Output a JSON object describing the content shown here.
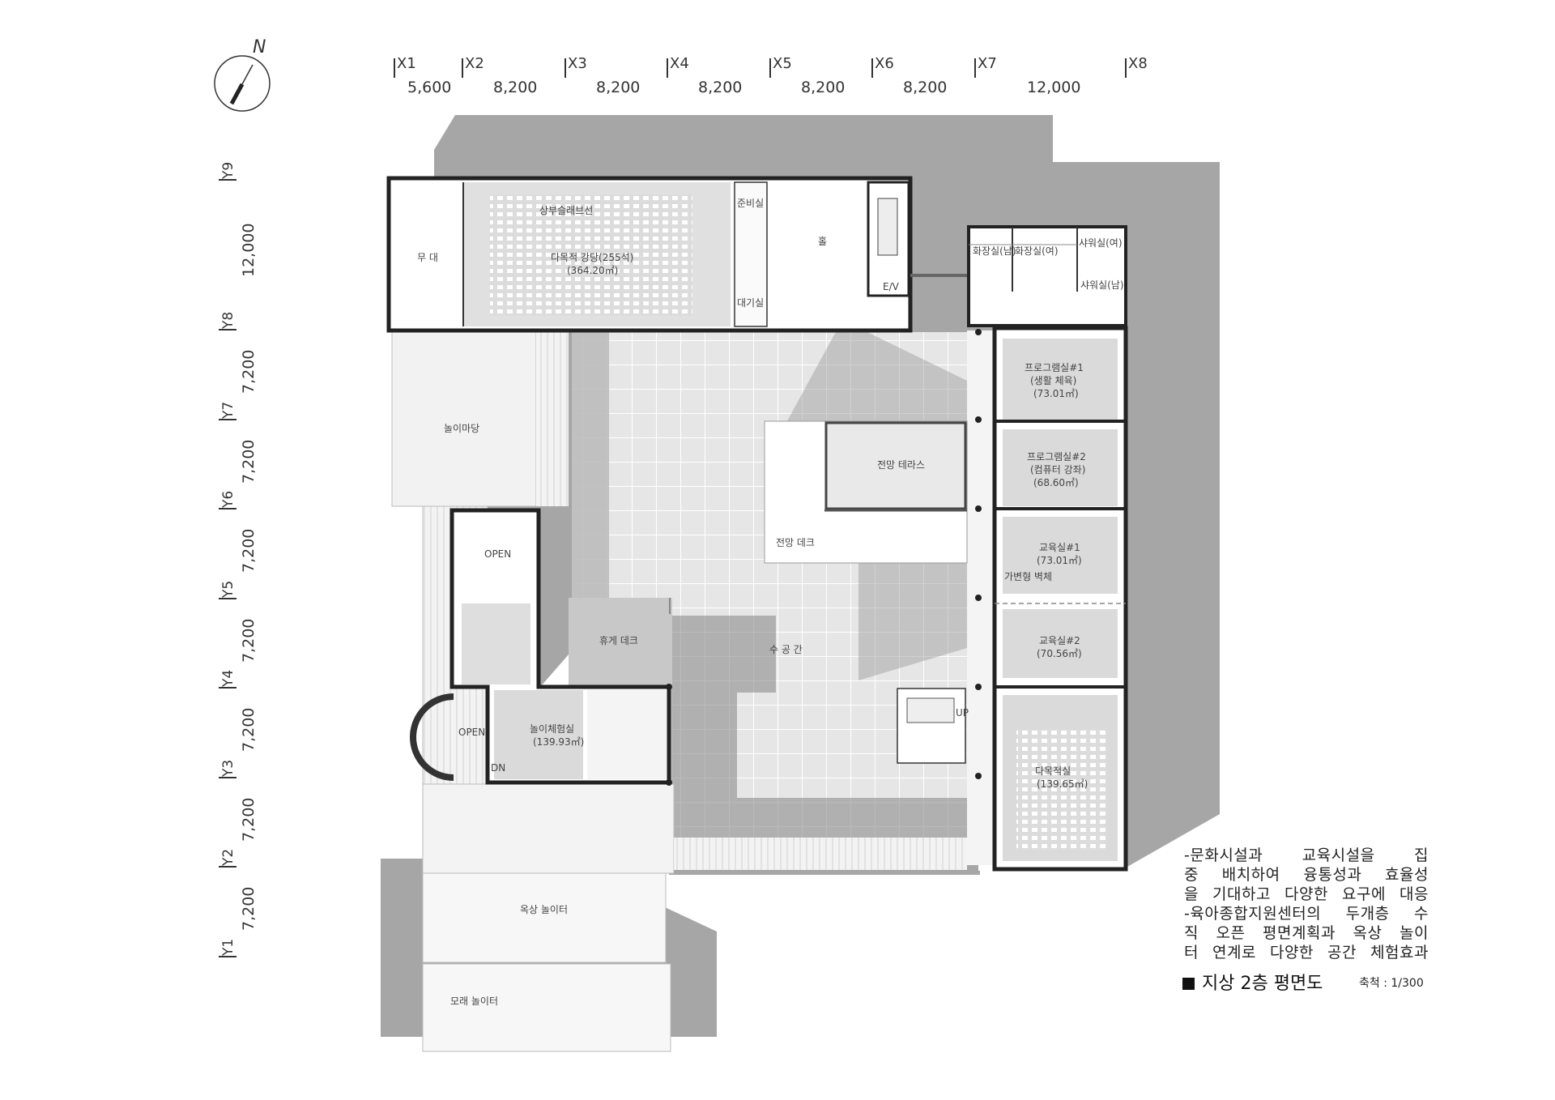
{
  "north": {
    "label": "N"
  },
  "grid_x": [
    {
      "id": "X1",
      "dim": "5,600"
    },
    {
      "id": "X2",
      "dim": "8,200"
    },
    {
      "id": "X3",
      "dim": "8,200"
    },
    {
      "id": "X4",
      "dim": "8,200"
    },
    {
      "id": "X5",
      "dim": "8,200"
    },
    {
      "id": "X6",
      "dim": "8,200"
    },
    {
      "id": "X7",
      "dim": "12,000"
    },
    {
      "id": "X8",
      "dim": ""
    }
  ],
  "grid_y": [
    {
      "id": "Y9",
      "dim": "12,000"
    },
    {
      "id": "Y8",
      "dim": "7,200"
    },
    {
      "id": "Y7",
      "dim": "7,200"
    },
    {
      "id": "Y6",
      "dim": "7,200"
    },
    {
      "id": "Y5",
      "dim": "7,200"
    },
    {
      "id": "Y4",
      "dim": "7,200"
    },
    {
      "id": "Y3",
      "dim": "7,200"
    },
    {
      "id": "Y2",
      "dim": "7,200"
    },
    {
      "id": "Y1",
      "dim": ""
    }
  ],
  "rooms": {
    "stage": "무 대",
    "motorized_seats": "상부슬래브선",
    "auditorium_name": "다목적 강당(255석)",
    "auditorium_area": "(364.20㎡)",
    "prep_room": "준비실",
    "waiting_room": "대기실",
    "hall": "홀",
    "ev": "E/V",
    "wc_male": "화장실(남)",
    "wc_female": "화장실(여)",
    "shower_female": "샤워실(여)",
    "shower_male": "샤워실(남)",
    "play_yard": "놀이마당",
    "program1_name": "프로그램실#1",
    "program1_use": "(생활 체육)",
    "program1_area": "(73.01㎡)",
    "program2_name": "프로그램실#2",
    "program2_use": "(컴퓨터 강좌)",
    "program2_area": "(68.60㎡)",
    "view_terrace": "전망 테라스",
    "view_deck": "전망 데크",
    "open_label": "OPEN",
    "classroom1_name": "교육실#1",
    "classroom1_area": "(73.01㎡)",
    "movable_wall": "가변형 벽체",
    "classroom2_name": "교육실#2",
    "classroom2_area": "(70.56㎡)",
    "rest_deck": "휴게 데크",
    "water_space": "수 공 간",
    "play_room_name": "놀이체험실",
    "play_room_area": "(139.93㎡)",
    "dn_label": "DN",
    "up_label": "UP",
    "multi_room_name": "다목적실",
    "multi_room_area": "(139.65㎡)",
    "rooftop_play": "옥상 놀이터",
    "sand_play": "모래 놀이터"
  },
  "description": [
    "-문화시설과 교육시설을 집",
    "중 배치하여 융통성과 효율성",
    "을 기대하고 다양한 요구에 대응",
    "-육아종합지원센터의 두개층 수",
    "직 오픈 평면계획과 옥상 놀이",
    "터 연계로 다양한 공간 체험효과"
  ],
  "plan_title": "지상 2층 평면도",
  "scale_label": "축척 : 1/300",
  "colors": {
    "shadow": "#a6a6a6",
    "wall": "#222222",
    "floor": "#e2e2e2",
    "deck": "#f2f2f2",
    "water": "#8c8c8c"
  }
}
